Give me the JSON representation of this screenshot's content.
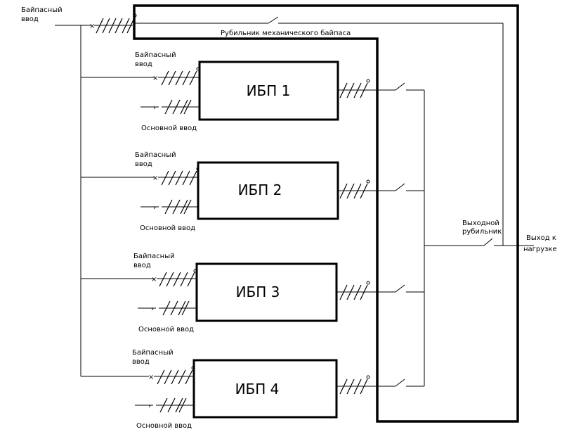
{
  "labels": {
    "bypass_input": [
      "Байпасный",
      "ввод"
    ],
    "mechanical_bypass": "Рубильник механического байпаса",
    "output_switch": [
      "Выходной",
      "рубильник"
    ],
    "load_output": [
      "Выход к",
      "нагрузке"
    ]
  },
  "units": [
    {
      "name": "ИБП 1",
      "bypass_label": [
        "Байпасный",
        "ввод"
      ],
      "main_label": "Основной ввод"
    },
    {
      "name": "ИБП 2",
      "bypass_label": [
        "Байпасный",
        "ввод"
      ],
      "main_label": "Основной ввод"
    },
    {
      "name": "ИБП 3",
      "bypass_label": [
        "Байпасный",
        "ввод"
      ],
      "main_label": "Основной ввод"
    },
    {
      "name": "ИБП 4",
      "bypass_label": [
        "Байпасный",
        "ввод"
      ],
      "main_label": "Основной ввод"
    }
  ]
}
